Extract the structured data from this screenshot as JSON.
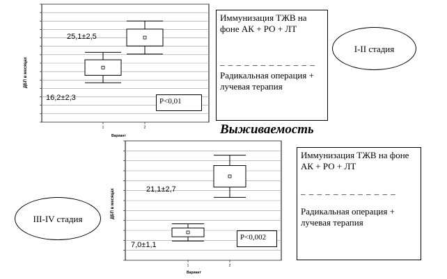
{
  "heading": "Выживаемость",
  "chart_data": [
    {
      "type": "box",
      "ylabel": "ДБП в месяцах",
      "xlabel": "Вариант",
      "categories": [
        "1",
        "2"
      ],
      "series": [
        {
          "category": "1",
          "label": "16,2±2,3",
          "mean": 16.2,
          "se": 2.3
        },
        {
          "category": "2",
          "label": "25,1±2,5",
          "mean": 25.1,
          "se": 2.5
        }
      ],
      "p_value": "P<0,01",
      "legend": {
        "line1": "Иммунизация ТЖВ на фоне АК + РО + ЛТ",
        "separator": "_ _ _ _ _ _ _ _ _ _ _ _",
        "line2": "Радикальная операция + лучевая терапия"
      },
      "stage": "I-II стадия",
      "grid": true
    },
    {
      "type": "box",
      "ylabel": "ДБП в месяцах",
      "xlabel": "Вариант",
      "categories": [
        "1",
        "2"
      ],
      "series": [
        {
          "category": "1",
          "label": "7,0±1,1",
          "mean": 7.0,
          "se": 1.1
        },
        {
          "category": "2",
          "label": "21,1±2,7",
          "mean": 21.1,
          "se": 2.7
        }
      ],
      "p_value": "P<0,002",
      "legend": {
        "line1": "Иммунизация ТЖВ на фоне АК + РО + ЛТ",
        "separator": "_ _ _ _ _ _ _ _ _ _ _ _",
        "line2": "Радикальная операция + лучевая терапия"
      },
      "stage": "III-IV стадия",
      "grid": true
    }
  ]
}
